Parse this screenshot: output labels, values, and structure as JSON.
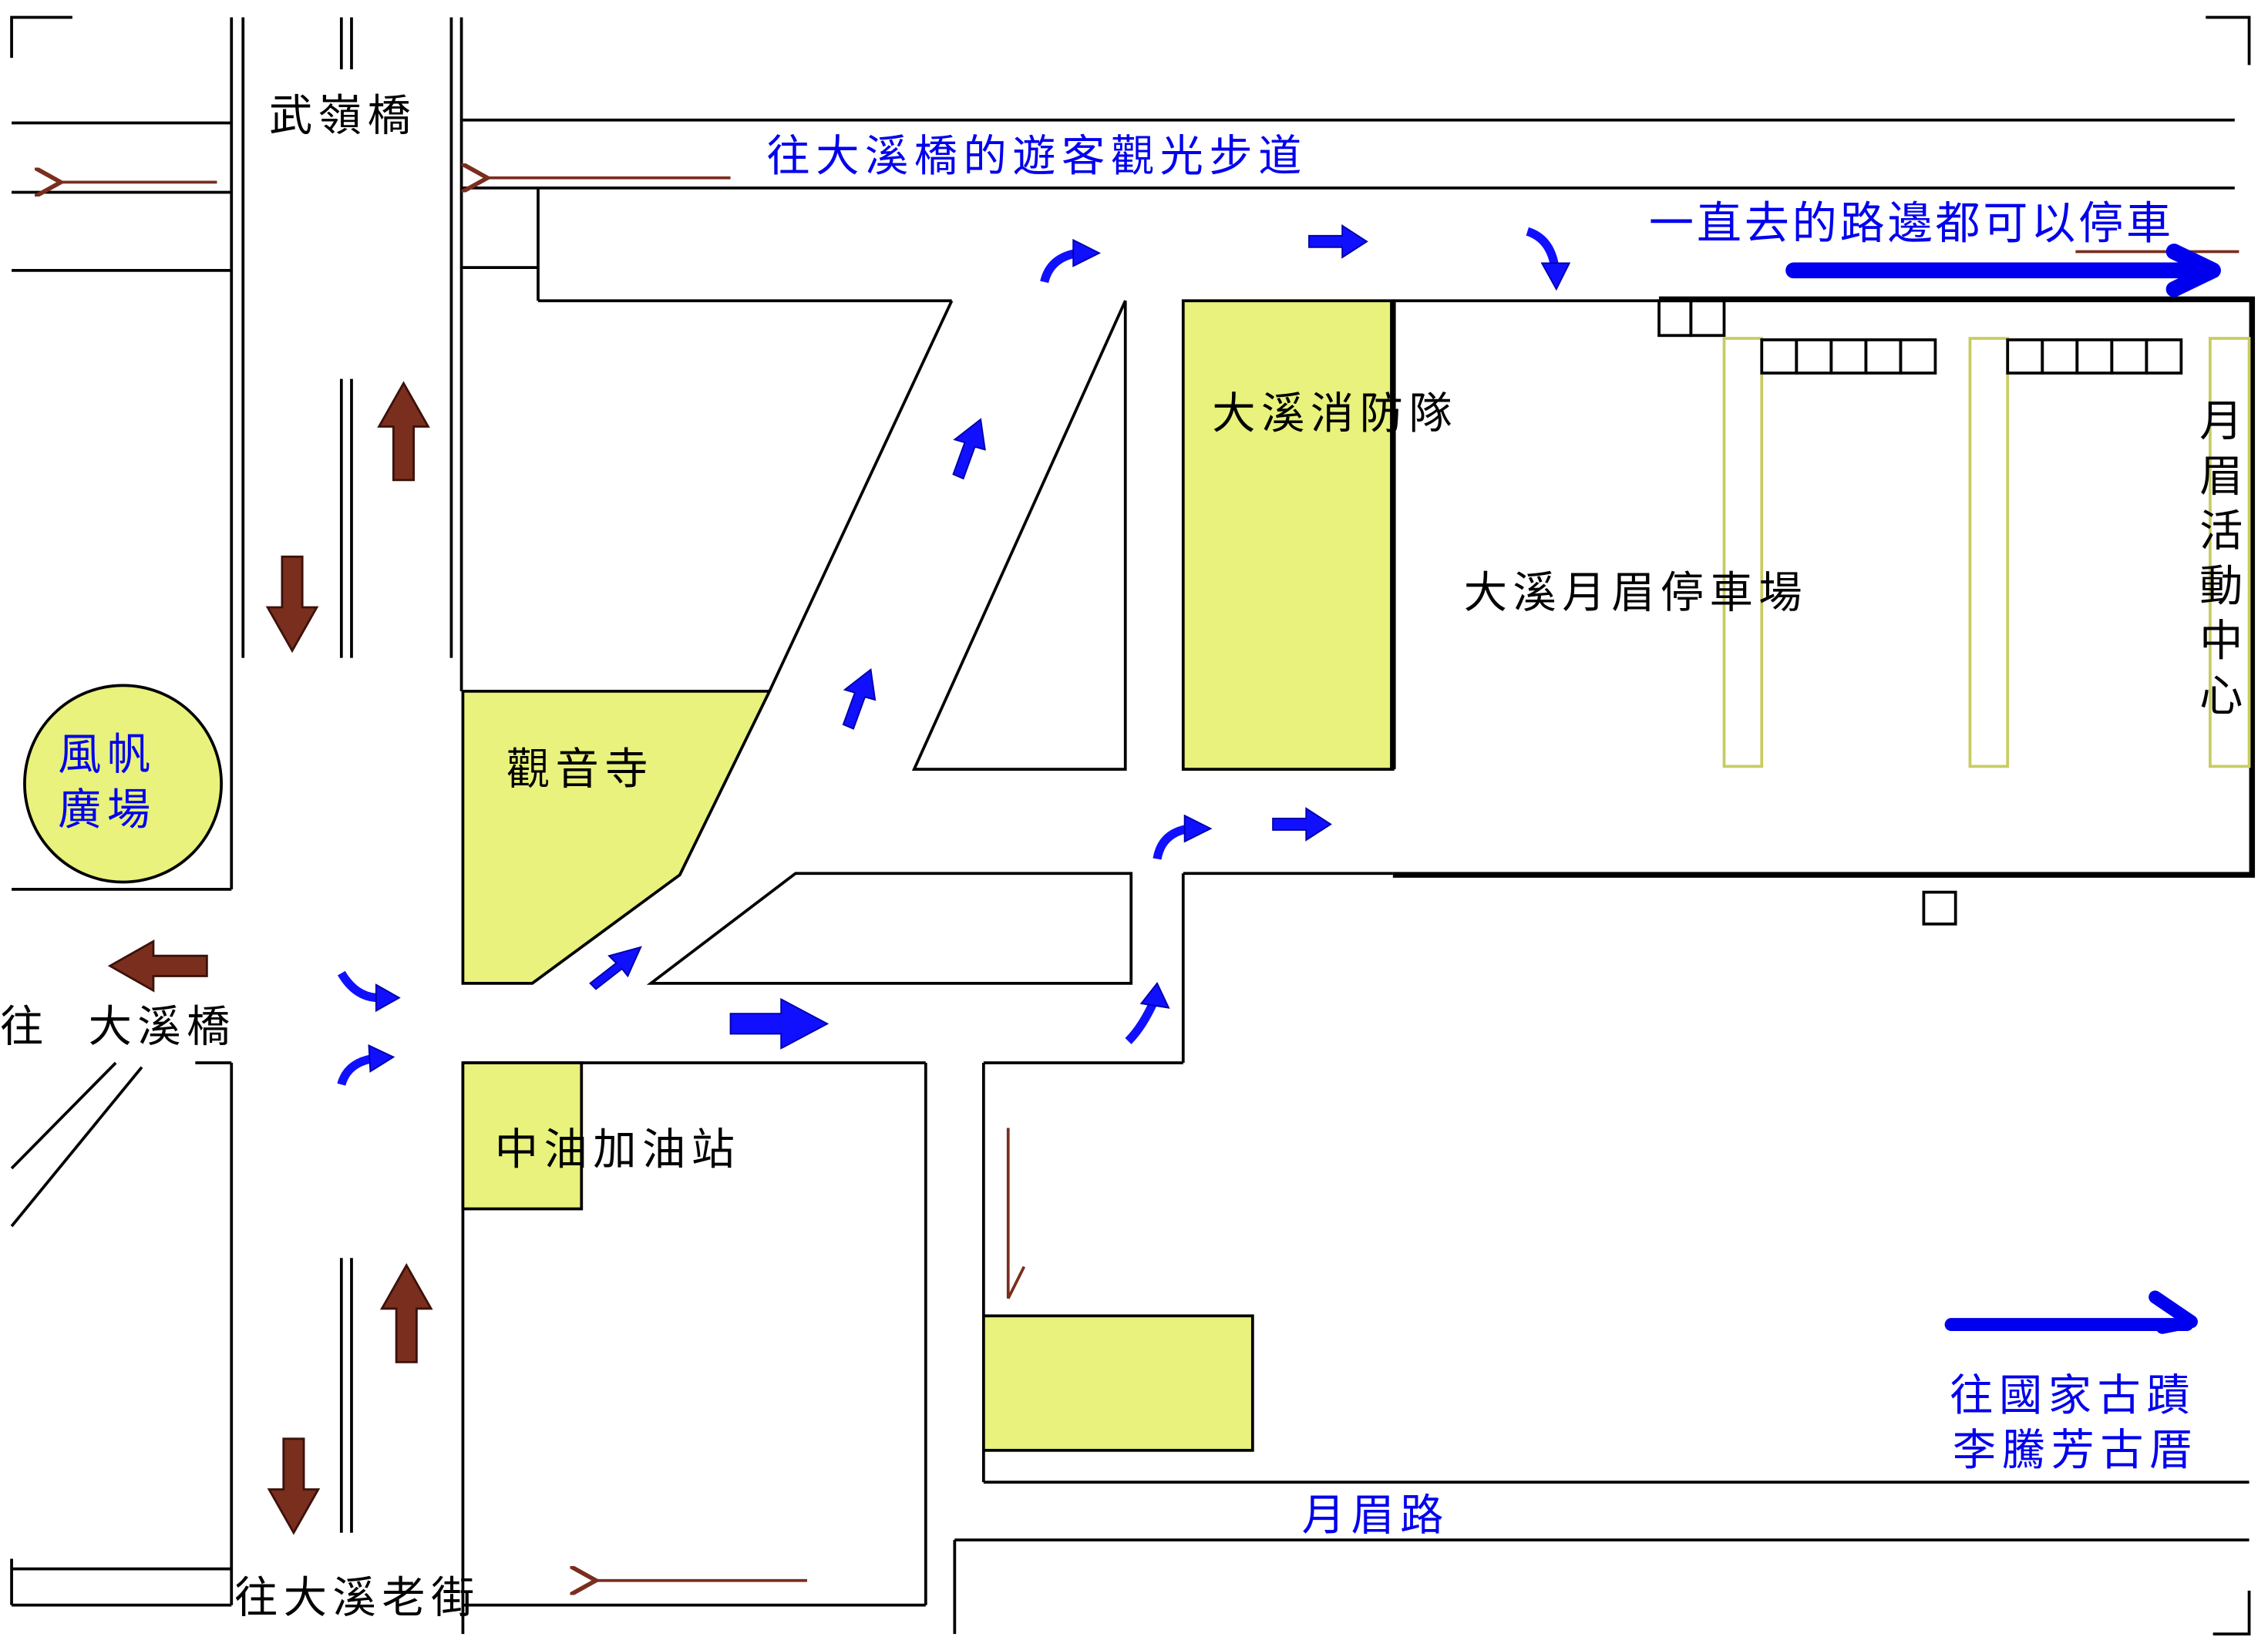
{
  "map": {
    "labels": {
      "wuling_bridge": "武嶺橋",
      "to_daxi_bridge_walkway": "往大溪橋的遊客觀光步道",
      "park_along_road": "一直去的路邊都可以停車",
      "fire_station": "大溪消防隊",
      "parking_lot": "大溪月眉停車場",
      "activity_center": "月眉活動中心",
      "plaza": "風帆",
      "plaza_line2": "廣場",
      "temple": "觀音寺",
      "to_daxi_bridge": "往  大溪橋",
      "gas_station": "中油加油站",
      "to_old_street": "往大溪老街",
      "yuemei_road": "月眉路",
      "to_heritage": "往國家古蹟",
      "to_heritage_line2": "李騰芳古厝"
    },
    "colors": {
      "building": "#e8f27c",
      "blue_text": "#0000ee",
      "direction_arrow": "#1010ff",
      "traffic_arrow": "#7a2e1e"
    }
  }
}
